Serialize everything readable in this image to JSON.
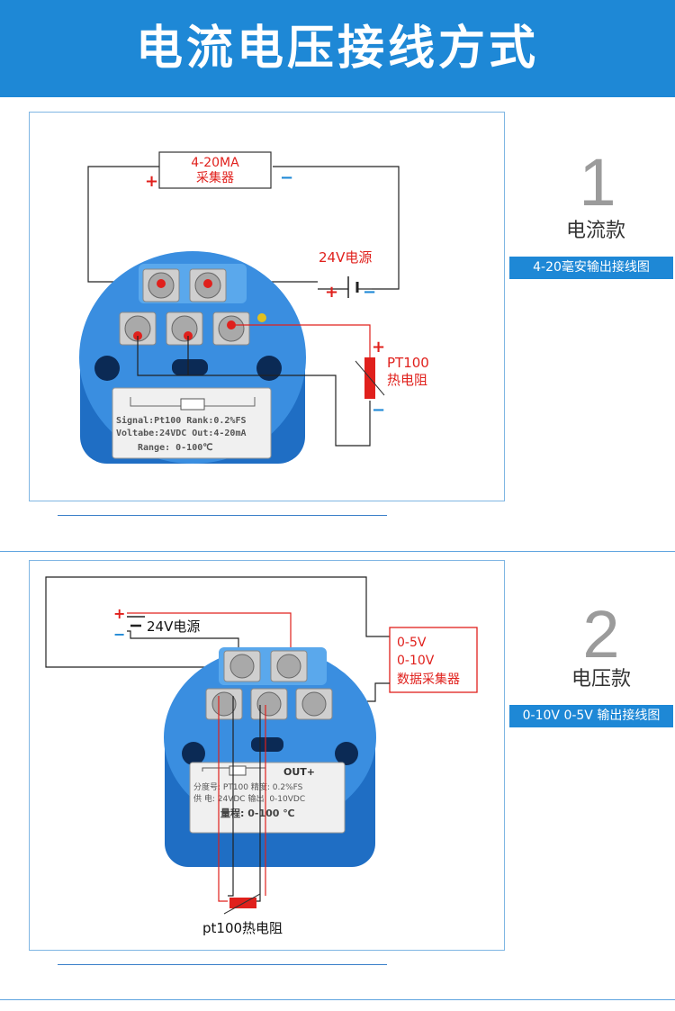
{
  "header": {
    "title": "电流电压接线方式"
  },
  "section1": {
    "number": "1",
    "type_label": "电流款",
    "subtitle": "4-20毫安输出接线图",
    "collector_line1": "4-20MA",
    "collector_line2": "采集器",
    "plus": "+",
    "minus": "−",
    "power_label": "24V电源",
    "sensor_line1": "PT100",
    "sensor_line2": "热电阻",
    "label_line1": "Signal:Pt100  Rank:0.2%FS",
    "label_line2": "Voltabe:24VDC  Out:4-20mA",
    "label_line3": "Range: 0-100℃"
  },
  "section2": {
    "number": "2",
    "type_label": "电压款",
    "subtitle": "0-10V 0-5V 输出接线图",
    "power_label": "24V电源",
    "plus": "+",
    "minus": "−",
    "collector_line1": "0-5V",
    "collector_line2": "0-10V",
    "collector_line3": "数据采集器",
    "out_label": "OUT+",
    "label_line1": "分度号: PT100 精度: 0.2%FS",
    "label_line2": "供  电: 24VDC 输出: 0-10VDC",
    "label_line3": "量程:  0-100 ℃",
    "sensor_label": "pt100热电阻"
  },
  "colors": {
    "accent": "#1e88d6",
    "device_blue": "#2f7fd0",
    "wire_red": "#e0201c"
  }
}
